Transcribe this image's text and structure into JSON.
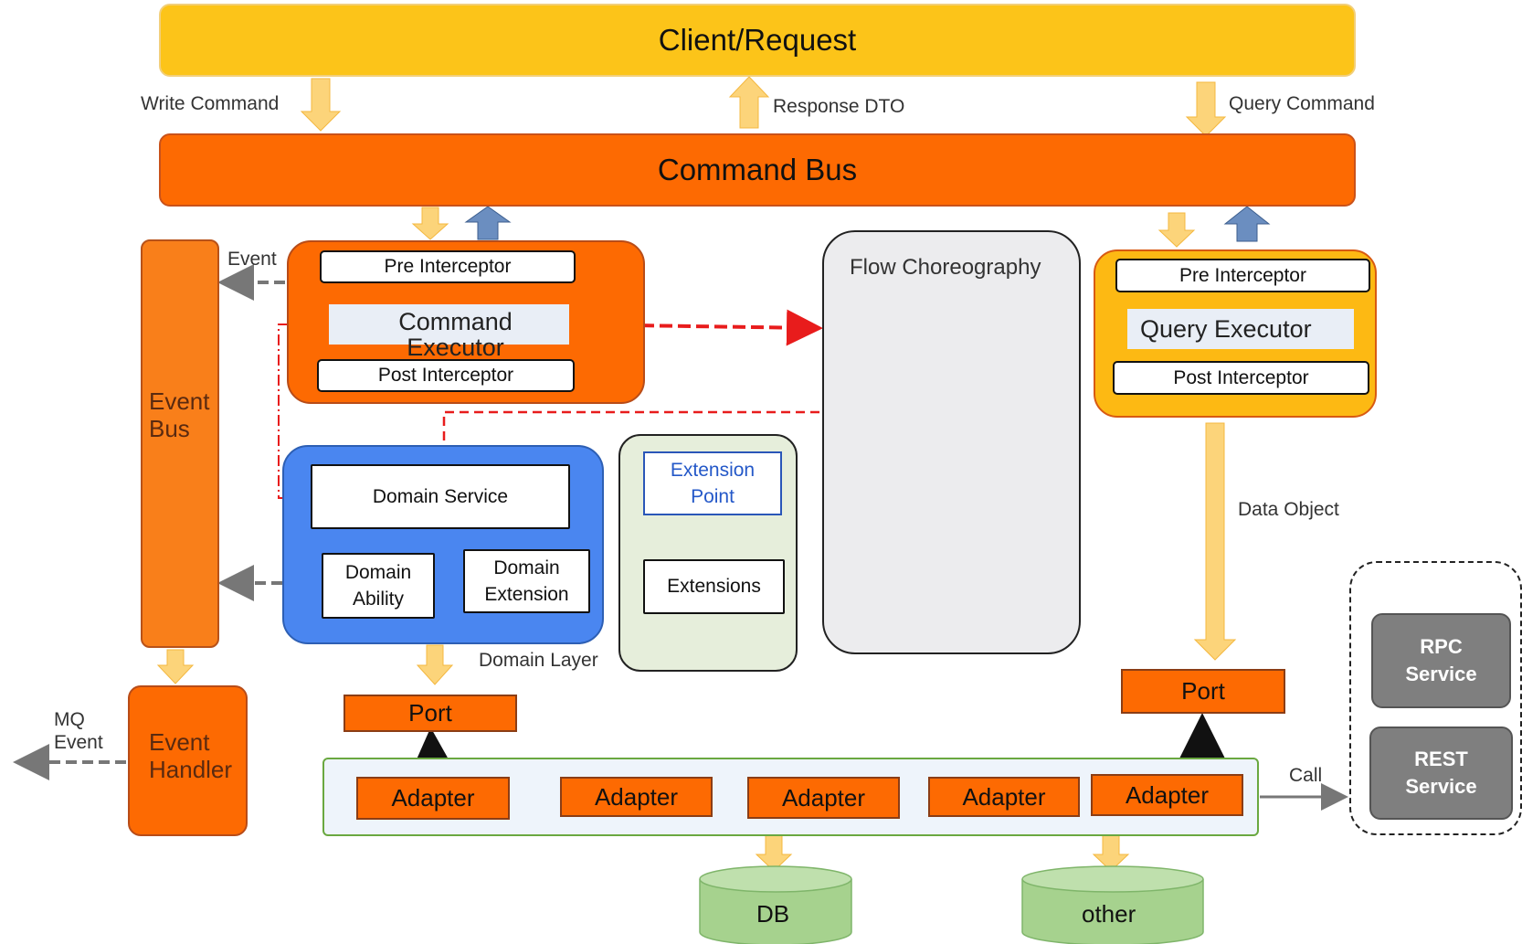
{
  "client": {
    "title": "Client/Request"
  },
  "command_bus": {
    "title": "Command Bus"
  },
  "labels": {
    "write_command": "Write Command",
    "response_dto": "Response DTO",
    "query_command": "Query Command",
    "event": "Event",
    "mq_event_line1": "MQ",
    "mq_event_line2": "Event",
    "data_object": "Data Object",
    "domain_layer": "Domain Layer",
    "call": "Call"
  },
  "command_side": {
    "pre_interceptor": "Pre Interceptor",
    "executor_line1": "Command",
    "executor_line2": "Executor",
    "post_interceptor": "Post Interceptor"
  },
  "query_side": {
    "pre_interceptor": "Pre Interceptor",
    "executor": "Query Executor",
    "post_interceptor": "Post Interceptor"
  },
  "event_bus": {
    "line1": "Event",
    "line2": "Bus"
  },
  "event_handler": {
    "line1": "Event",
    "line2": "Handler"
  },
  "domain": {
    "service": "Domain Service",
    "ability_line1": "Domain",
    "ability_line2": "Ability",
    "extension_line1": "Domain",
    "extension_line2": "Extension"
  },
  "extension": {
    "point_line1": "Extension",
    "point_line2": "Point",
    "extensions": "Extensions"
  },
  "flow": {
    "title": "Flow Choreography"
  },
  "ports": {
    "left": "Port",
    "right": "Port"
  },
  "adapters": [
    "Adapter",
    "Adapter",
    "Adapter",
    "Adapter",
    "Adapter"
  ],
  "storage": {
    "db": "DB",
    "other": "other"
  },
  "services": {
    "rpc_line1": "RPC",
    "rpc_line2": "Service",
    "rest_line1": "REST",
    "rest_line2": "Service"
  },
  "colors": {
    "client": "#fcc419",
    "command_bus": "#fd6a02",
    "domain_layer": "#4a86f0",
    "flow_start": "#f8c400",
    "flow_node": "#2f5fd0",
    "flow_end": "#e82020",
    "db": "#a6d28e",
    "service": "#7f7f7f"
  }
}
